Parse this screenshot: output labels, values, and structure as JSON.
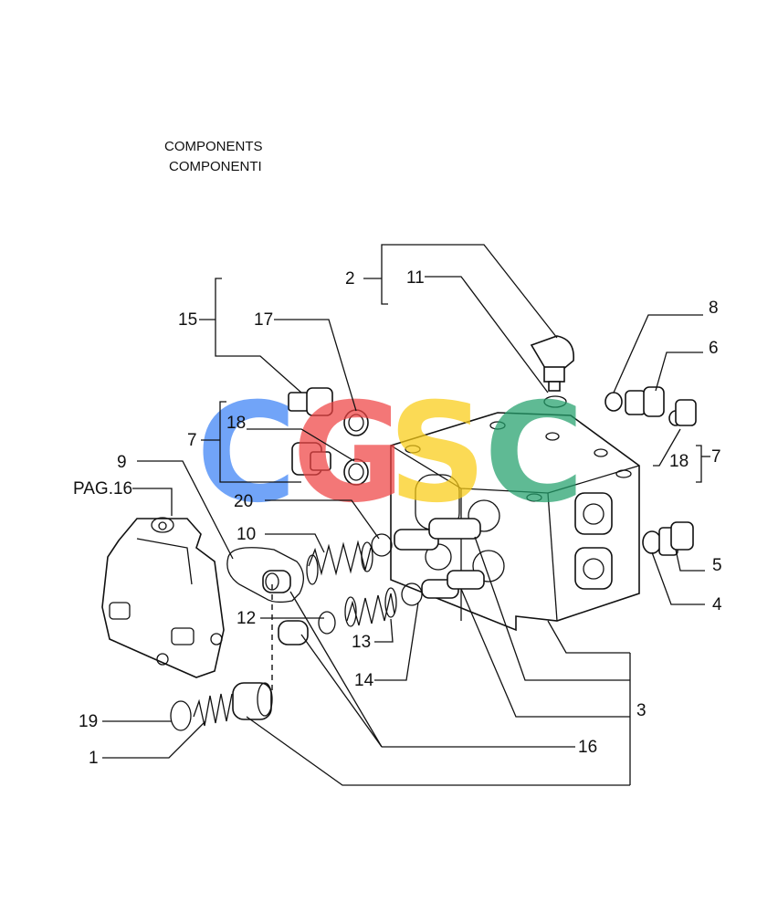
{
  "title": {
    "line1": "COMPONENTS",
    "line2": "COMPONENTI"
  },
  "watermark": {
    "letters": [
      "C",
      "G",
      "S",
      "C"
    ],
    "colors": [
      "#3b82f6",
      "#ef4444",
      "#facc15",
      "#22a06b"
    ]
  },
  "callouts": {
    "c1": "1",
    "c2": "2",
    "c3": "3",
    "c4": "4",
    "c5": "5",
    "c6": "6",
    "c7a": "7",
    "c7b": "7",
    "c8": "8",
    "c9": "9",
    "c10": "10",
    "c11": "11",
    "c12": "12",
    "c13": "13",
    "c14": "14",
    "c15": "15",
    "c16": "16",
    "c17": "17",
    "c18a": "18",
    "c18b": "18",
    "c19": "19",
    "c20": "20",
    "pag": "PAG.16"
  }
}
